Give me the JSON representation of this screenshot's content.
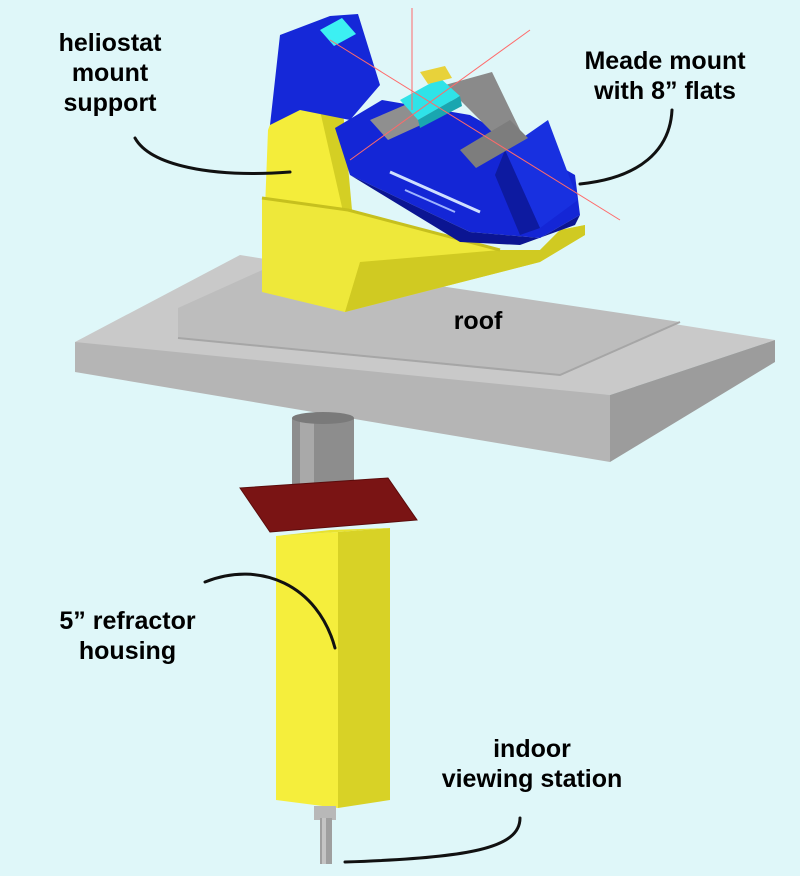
{
  "colors": {
    "background": "#dff7f9",
    "support_yellow": "#f2ec3b",
    "support_yellow_dark": "#c9c41f",
    "mount_blue": "#1426d6",
    "mount_blue_dark": "#0b1592",
    "roof_gray": "#c6c6c6",
    "roof_gray_dark": "#9a9a9a",
    "pipe_gray": "#8a8a8a",
    "collar_brown": "#7a1414",
    "flat_cyan": "#2fe3e8",
    "leader_line": "#111111"
  },
  "labels": {
    "heliostat": {
      "line1": "heliostat",
      "line2": "mount",
      "line3": "support"
    },
    "meade": {
      "line1": "Meade mount",
      "line2": "with 8” flats"
    },
    "roof": {
      "text": "roof"
    },
    "refractor": {
      "line1": "5” refractor",
      "line2": "housing"
    },
    "indoor": {
      "line1": "indoor",
      "line2": "viewing station"
    }
  }
}
